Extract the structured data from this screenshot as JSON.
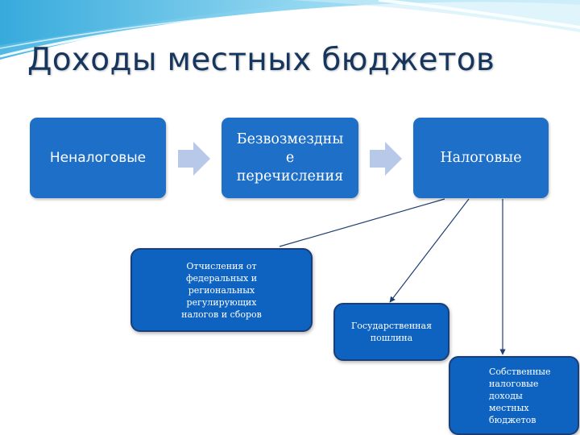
{
  "slide": {
    "title": "Доходы местных бюджетов"
  },
  "diagram": {
    "top_row": {
      "nontax": "Неналоговые",
      "grants_line1": "Безвозмездны",
      "grants_line2": "е",
      "grants_line3": "перечисления",
      "tax": "Налоговые"
    },
    "tax_breakdown": {
      "deductions_line1": "Отчисления от",
      "deductions_line2": "федеральных и",
      "deductions_line3": "региональных",
      "deductions_line4": "регулирующих",
      "deductions_line5": "налогов и сборов",
      "state_duty_line1": "Государственная",
      "state_duty_line2": "пошлина",
      "own_revenue_line1": "Собственные",
      "own_revenue_line2": "налоговые",
      "own_revenue_line3": "доходы",
      "own_revenue_line4": "местных",
      "own_revenue_line5": "бюджетов"
    }
  },
  "colors": {
    "box_fill": "#1e6fc8",
    "box_border": "#1a3e78",
    "arrow": "#b8c8e8",
    "title": "#17365d",
    "header_wave": "#5fc3e8"
  }
}
